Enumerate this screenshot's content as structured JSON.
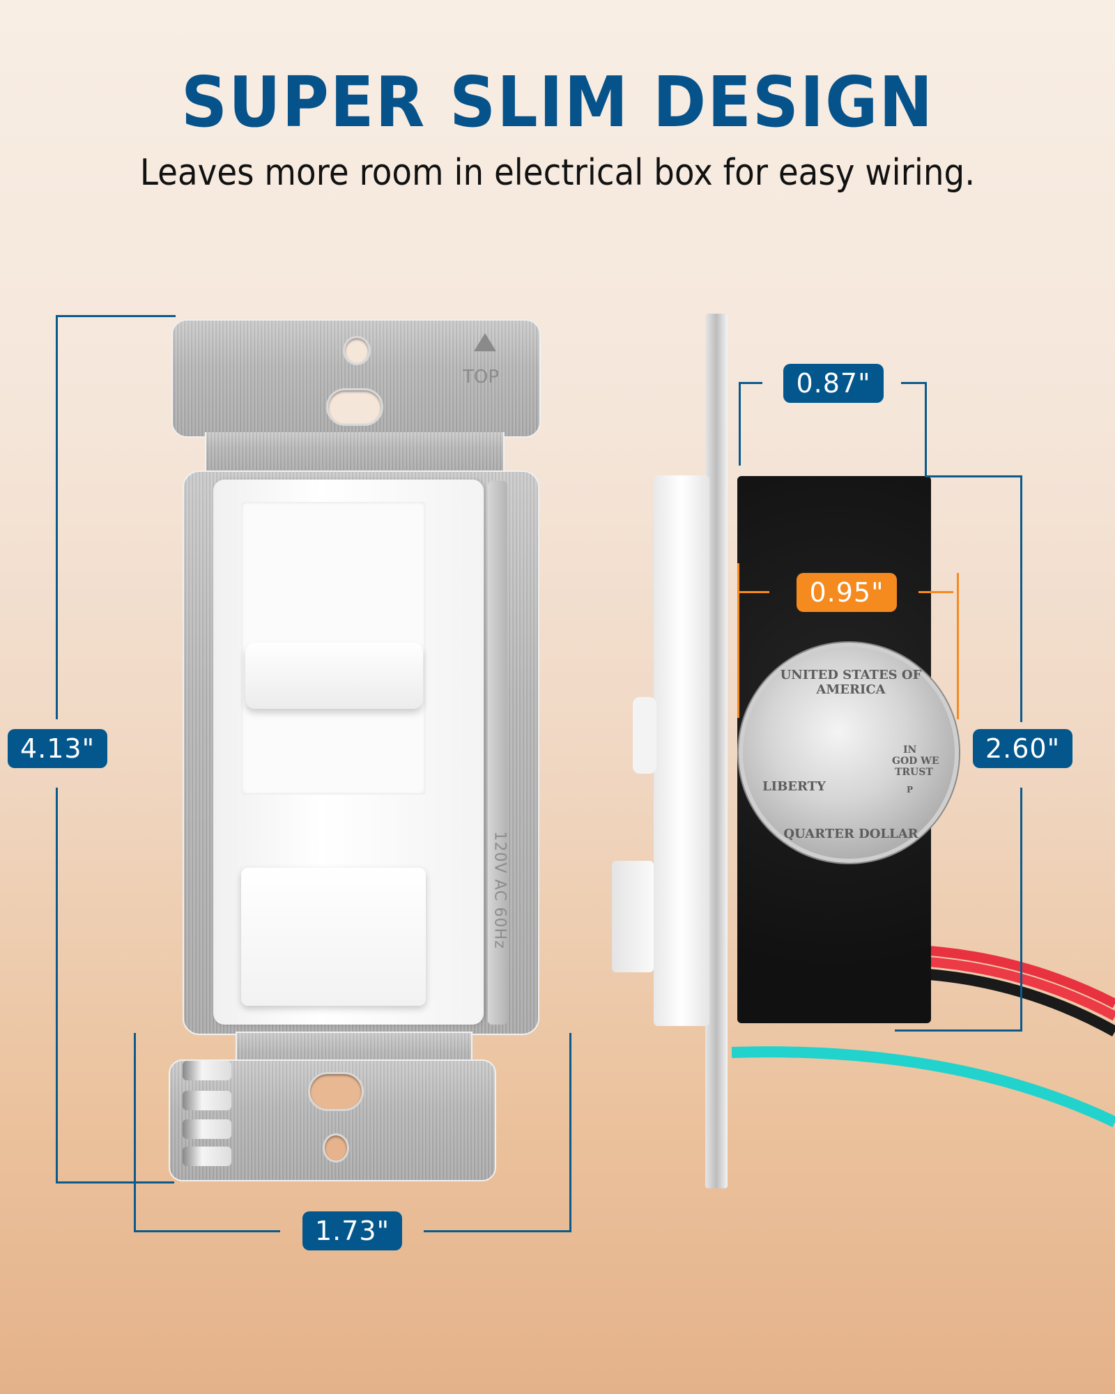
{
  "headline": "SUPER SLIM DESIGN",
  "subheadline": "Leaves more room in electrical box for easy wiring.",
  "dimensions": {
    "height": "4.13\"",
    "width": "1.73\"",
    "side_height": "2.60\"",
    "side_depth": "0.87\"",
    "coin_diameter": "0.95\""
  },
  "product_markings": {
    "top_label": "TOP",
    "rating_label": "120V AC 60Hz"
  },
  "coin": {
    "top_text": "UNITED STATES OF AMERICA",
    "left_text": "LIBERTY",
    "motto_lines": [
      "IN",
      "GOD WE",
      "TRUST"
    ],
    "mint_mark": "P",
    "bottom_text": "QUARTER DOLLAR"
  },
  "colors": {
    "headline": "#06528a",
    "badge_blue": "#03578d",
    "badge_orange": "#f58a1f",
    "wire_red": "#e8323f",
    "wire_black": "#1a1a1a",
    "wire_green": "#21d3cc"
  }
}
